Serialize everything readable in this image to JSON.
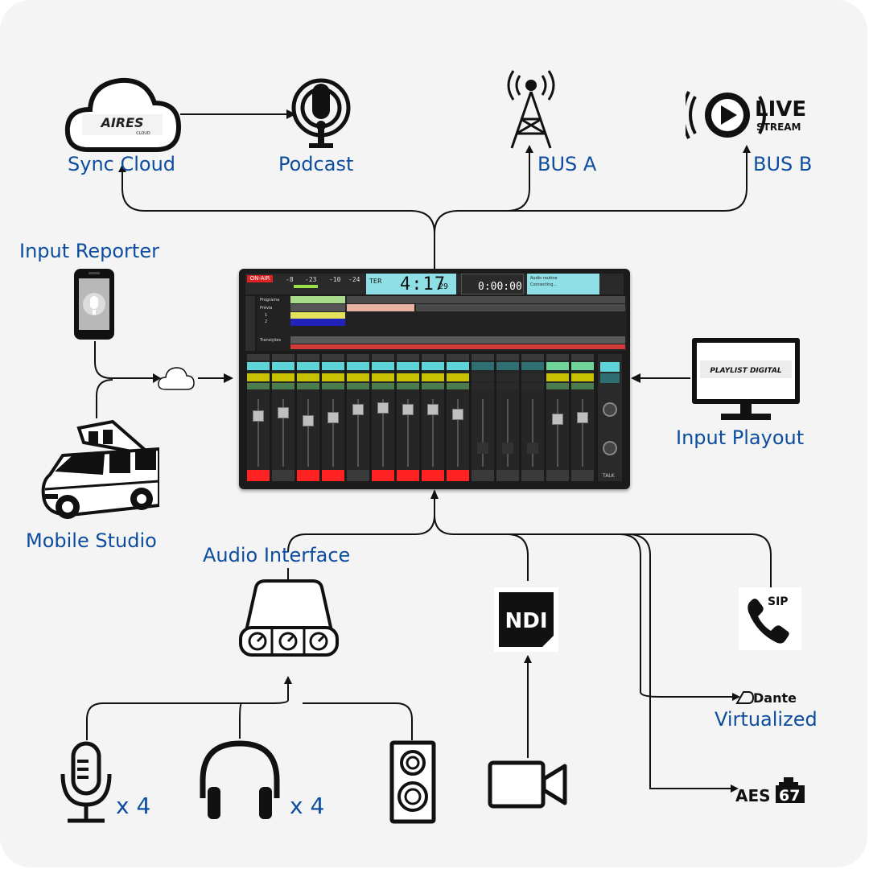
{
  "labels": {
    "sync_cloud": "Sync Cloud",
    "podcast": "Podcast",
    "bus_a": "BUS A",
    "bus_b": "BUS B",
    "input_reporter": "Input Reporter",
    "mobile_studio": "Mobile Studio",
    "input_playout": "Input Playout",
    "audio_interface": "Audio Interface",
    "virtualized": "Virtualized",
    "mic_count": "x 4",
    "headphone_count": "x 4"
  },
  "logos": {
    "aires": "AIRES",
    "aires_sub": "CLOUD",
    "live": "LIVE",
    "stream": "STREAM",
    "playlist": "PLAYLIST DIGITAL",
    "ndi": "NDI",
    "sip": "SIP",
    "dante": "Dante",
    "aes_a": "AES",
    "aes_b": "67"
  },
  "mixer": {
    "on_air": "ON-AIR",
    "levels": [
      "-8",
      "-23",
      "-10",
      "-24"
    ],
    "day": "TER",
    "clock": "4:17",
    "clock_sec": "29",
    "timer": "0:00:00",
    "status_title": "Audio routine",
    "status_text": "Connecting...",
    "rows": [
      "Programa",
      "Prévia",
      "1",
      "2",
      "Transições"
    ],
    "talk": "TALK"
  },
  "colors": {
    "label_blue": "#0d4d9f",
    "on_air_red": "#e02222",
    "screen_cyan": "#8fdfe6",
    "fader_red": "#ff2222"
  }
}
